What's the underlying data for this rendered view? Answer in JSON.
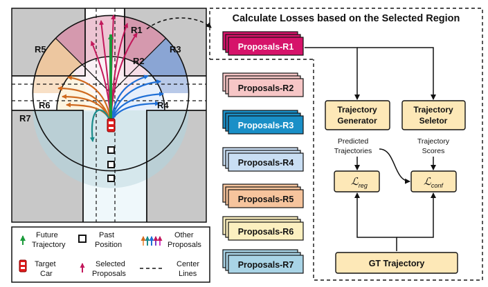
{
  "title": "Calculate Losses based on the Selected Region",
  "regions": {
    "r1": "R1",
    "r2": "R2",
    "r3": "R3",
    "r4": "R4",
    "r5": "R5",
    "r6": "R6",
    "r7": "R7"
  },
  "proposals": [
    "Proposals-R1",
    "Proposals-R2",
    "Proposals-R3",
    "Proposals-R4",
    "Proposals-R5",
    "Proposals-R6",
    "Proposals-R7"
  ],
  "generator": {
    "line1": "Trajectory",
    "line2": "Generator"
  },
  "selector": {
    "line1": "Trajectory",
    "line2": "Seletor"
  },
  "predicted": {
    "line1": "Predicted",
    "line2": "Trajectories"
  },
  "scores": {
    "line1": "Trajectory",
    "line2": "Scores"
  },
  "loss_reg": {
    "main": "ℒ",
    "sub": "reg"
  },
  "loss_conf": {
    "main": "ℒ",
    "sub": "conf"
  },
  "gt": "GT Trajectory",
  "legend": {
    "future_1": "Future",
    "future_2": "Trajectory",
    "past_1": "Past",
    "past_2": "Position",
    "other_1": "Other",
    "other_2": "Proposals",
    "target_1": "Target",
    "target_2": "Car",
    "selected_1": "Selected",
    "selected_2": "Proposals",
    "center_1": "Center",
    "center_2": "Lines"
  },
  "colors": {
    "r1": "#d98aa6",
    "r2": "#f6dde7",
    "r3": "#7f9fd6",
    "r4": "#d9e6fb",
    "r5": "#f3c799",
    "r6": "#fcefd0",
    "r7": "#b8cfd6",
    "proposal_r1": "#d6136a",
    "proposal_r2": "#f6c6c6",
    "proposal_r3": "#1a8fc7",
    "proposal_r4": "#c9def3",
    "proposal_r5": "#f6c49d",
    "proposal_r6": "#fcf0c0",
    "proposal_r7": "#a9d4e6",
    "module_fill": "#fde8b7",
    "gray": "#c8c8c8"
  }
}
